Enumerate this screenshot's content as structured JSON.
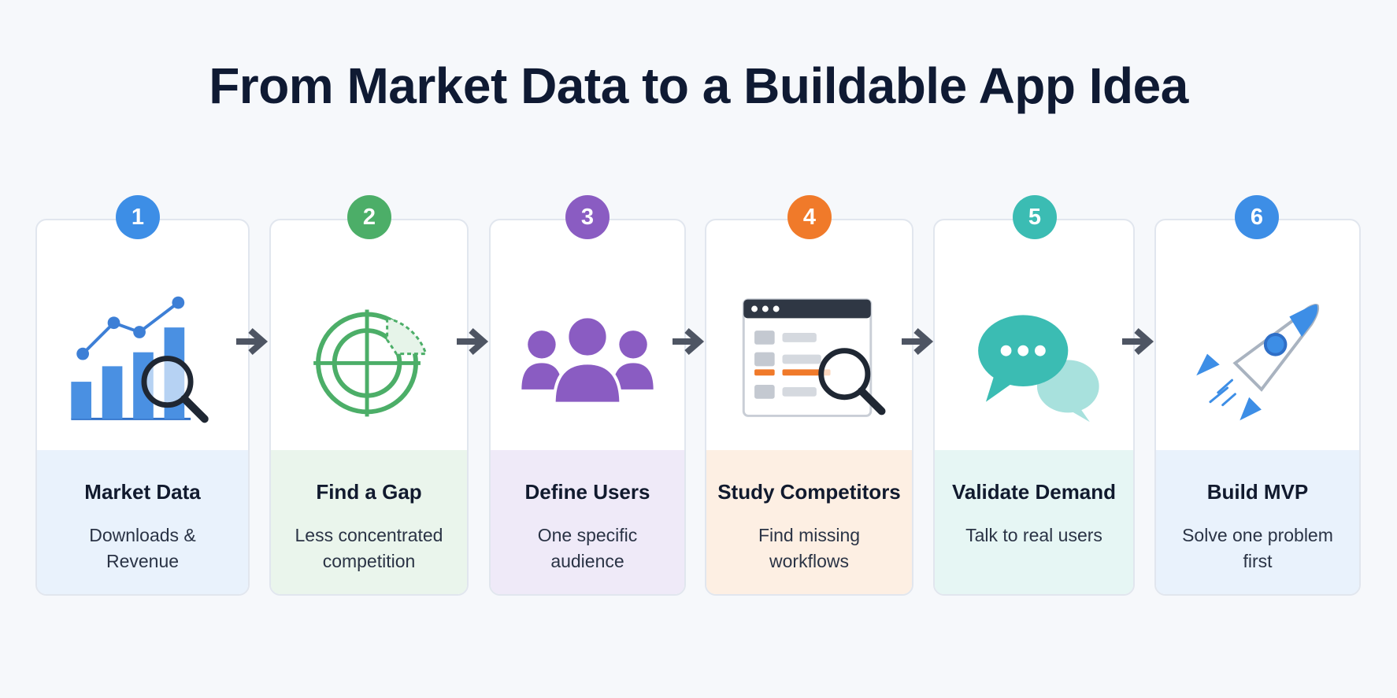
{
  "title": "From Market Data to a Buildable App Idea",
  "steps": [
    {
      "number": "1",
      "title": "Market Data",
      "description": "Downloads & Revenue",
      "color": "#3d8ee6",
      "tint": "#e9f2fc",
      "icon": "bar-chart-magnifier-icon"
    },
    {
      "number": "2",
      "title": "Find a Gap",
      "description": "Less concentrated competition",
      "color": "#4cae68",
      "tint": "#eaf5ec",
      "icon": "target-crosshair-icon"
    },
    {
      "number": "3",
      "title": "Define Users",
      "description": "One specific audience",
      "color": "#8a5cc2",
      "tint": "#efeaf8",
      "icon": "user-group-icon"
    },
    {
      "number": "4",
      "title": "Study Competitors",
      "description": "Find missing workflows",
      "color": "#f07a2a",
      "tint": "#fdefe3",
      "icon": "browser-window-magnifier-icon"
    },
    {
      "number": "5",
      "title": "Validate Demand",
      "description": "Talk to real users",
      "color": "#3bbcb3",
      "tint": "#e6f6f4",
      "icon": "chat-bubbles-icon"
    },
    {
      "number": "6",
      "title": "Build MVP",
      "description": "Solve one problem first",
      "color": "#3d8ee6",
      "tint": "#e9f2fc",
      "icon": "rocket-icon"
    }
  ],
  "colors": {
    "arrow": "#4e5563",
    "title": "#0f1a33",
    "card_border": "#e1e6ee"
  }
}
